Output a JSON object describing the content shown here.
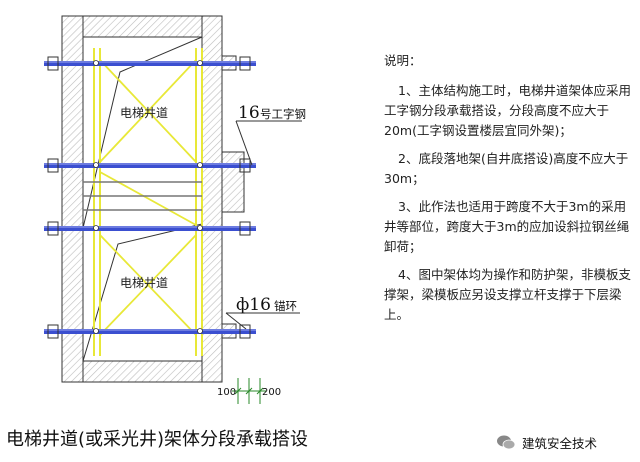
{
  "drawing": {
    "upper_shaft_label": "电梯井道",
    "lower_shaft_label": "电梯井道",
    "beam_label_num": "16",
    "beam_label_text": "号工字钢",
    "ring_label_num": "ф16",
    "ring_label_text": "锚环",
    "dim_left": "100",
    "dim_right": "200"
  },
  "notes": {
    "heading": "说明：",
    "items": [
      "1、主体结构施工时，电梯井道架体应采用工字钢分段承载搭设，分段高度不应大于20m(工字钢设置楼层宜同外架)；",
      "2、底段落地架(自井底搭设)高度不应大于30m；",
      "3、此作法也适用于跨度不大于3m的采用井等部位，跨度大于3m的应加设斜拉钢丝绳卸荷；",
      "4、图中架体均为操作和防护架，非模板支撑架，梁模板应另设支撑立杆支撑于下层梁上。"
    ]
  },
  "caption": "电梯井道(或采光井)架体分段承载搭设",
  "watermark": "建筑安全技术",
  "colors": {
    "beam": "#3b4fd0",
    "scaffold_pole": "#e8e838",
    "wall_hatch": "#b0b0b0"
  }
}
